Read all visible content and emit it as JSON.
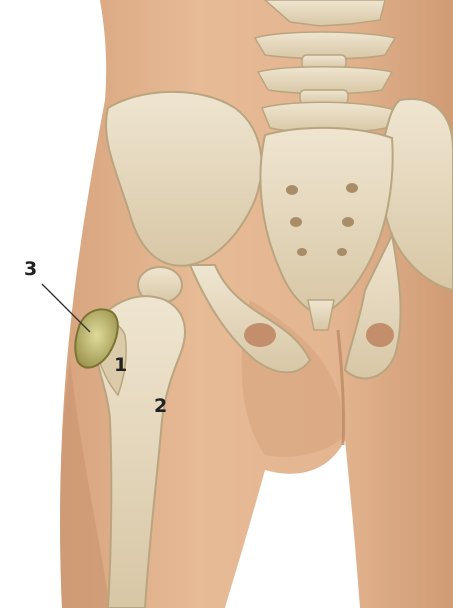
{
  "callouts": {
    "label_1": "1",
    "label_2": "2",
    "label_3": "3"
  },
  "colors": {
    "background": "#ffffff",
    "skin": "#e2b38d",
    "skin_shadow": "#c78d67",
    "bone": "#e8dcc3",
    "bone_shadow": "#c9b898",
    "highlighted_bursa": "#c9c27a",
    "label": "#222222"
  }
}
